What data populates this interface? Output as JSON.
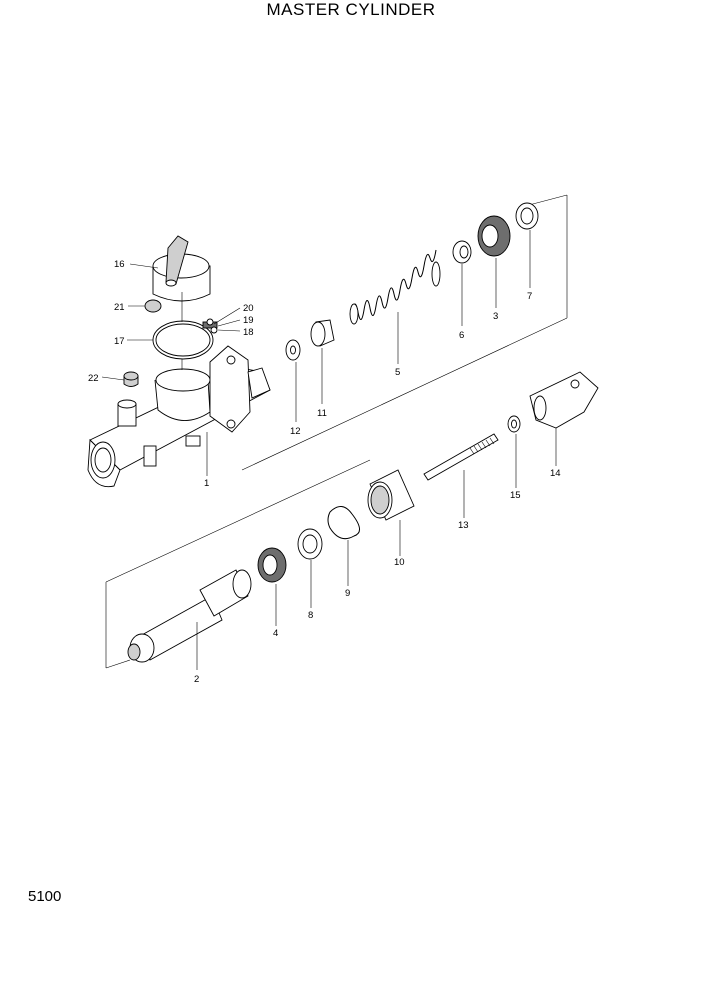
{
  "title": "MASTER CYLINDER",
  "page_number": "5100",
  "callouts": {
    "p1": "1",
    "p2": "2",
    "p3": "3",
    "p4": "4",
    "p5": "5",
    "p6": "6",
    "p7": "7",
    "p8": "8",
    "p9": "9",
    "p10": "10",
    "p11": "11",
    "p12": "12",
    "p13": "13",
    "p14": "14",
    "p15": "15",
    "p16": "16",
    "p17": "17",
    "p18": "18",
    "p19": "19",
    "p20": "20",
    "p21": "21",
    "p22": "22"
  }
}
